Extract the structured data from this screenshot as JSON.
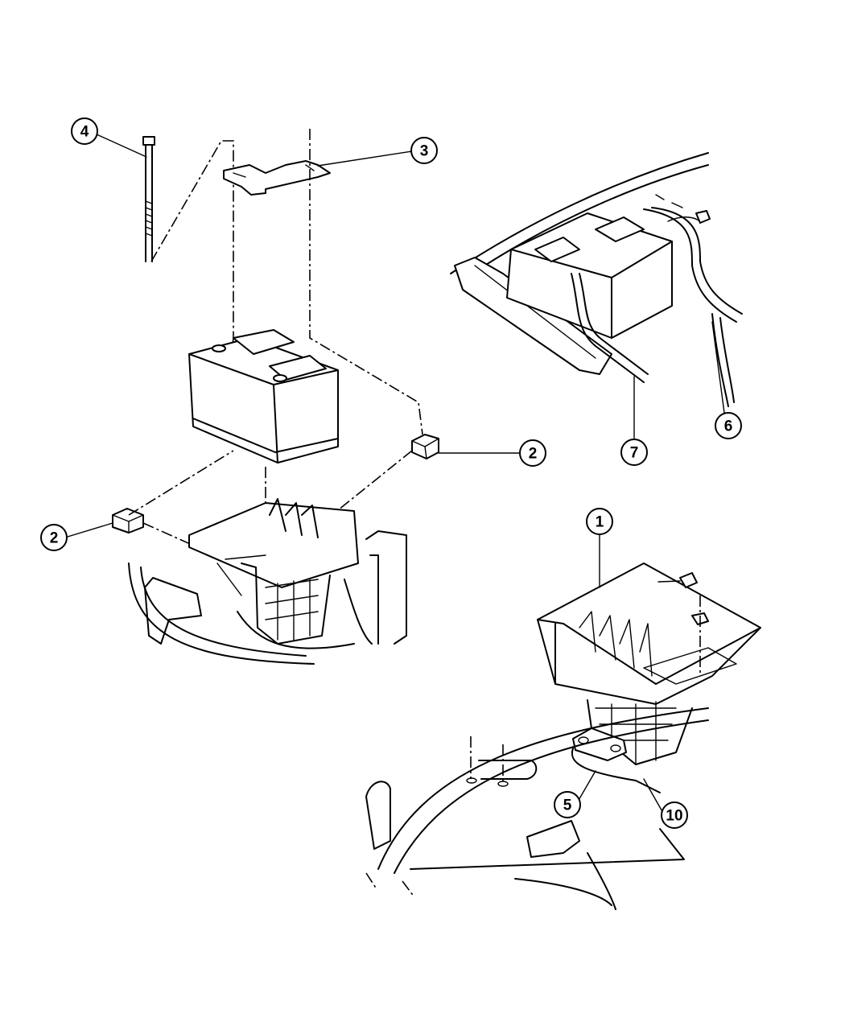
{
  "callouts": {
    "c1": "1",
    "c2a": "2",
    "c2b": "2",
    "c3": "3",
    "c4": "4",
    "c5": "5",
    "c6": "6",
    "c7": "7",
    "c10": "10"
  }
}
